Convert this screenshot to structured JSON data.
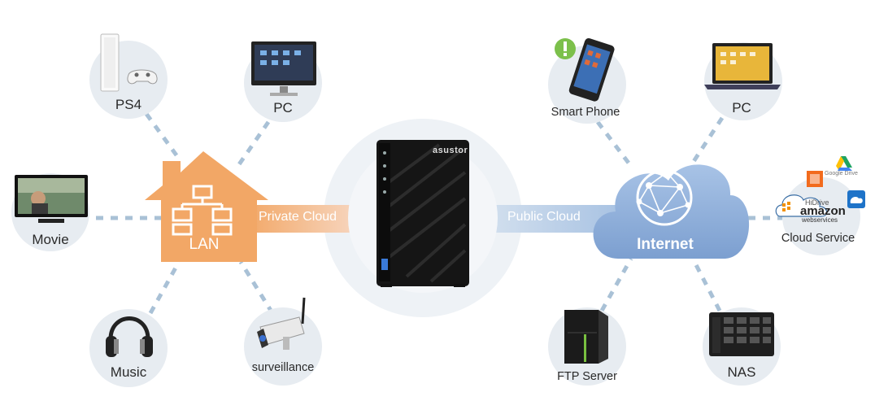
{
  "center": {
    "private_label": "Private Cloud",
    "public_label": "Public Cloud",
    "nas_brand": "asustor"
  },
  "lan_hub": {
    "label": "LAN"
  },
  "internet_hub": {
    "label": "Internet"
  },
  "left_devices": [
    {
      "label": "PS4",
      "icon": "game-console-icon"
    },
    {
      "label": "PC",
      "icon": "desktop-monitor-icon"
    },
    {
      "label": "Movie",
      "icon": "tv-icon"
    },
    {
      "label": "Music",
      "icon": "headphones-icon"
    },
    {
      "label": "surveillance",
      "icon": "security-camera-icon"
    }
  ],
  "right_devices": [
    {
      "label": "Smart Phone",
      "icon": "smartphone-icon"
    },
    {
      "label": "PC",
      "icon": "laptop-icon"
    },
    {
      "label": "Cloud Service",
      "icon": "cloud-services-icon"
    },
    {
      "label": "FTP Server",
      "icon": "server-icon"
    },
    {
      "label": "NAS",
      "icon": "nas-icon"
    }
  ],
  "cloud_brands": {
    "hidrive": "HiDrive",
    "amazon": "amazon",
    "aws": "webservices",
    "gdrive": "Google Drive"
  },
  "colors": {
    "orange": "#f2a766",
    "blue": "#8fb0d8",
    "dash": "#a9c1d6",
    "node": "#e7ecf1"
  }
}
